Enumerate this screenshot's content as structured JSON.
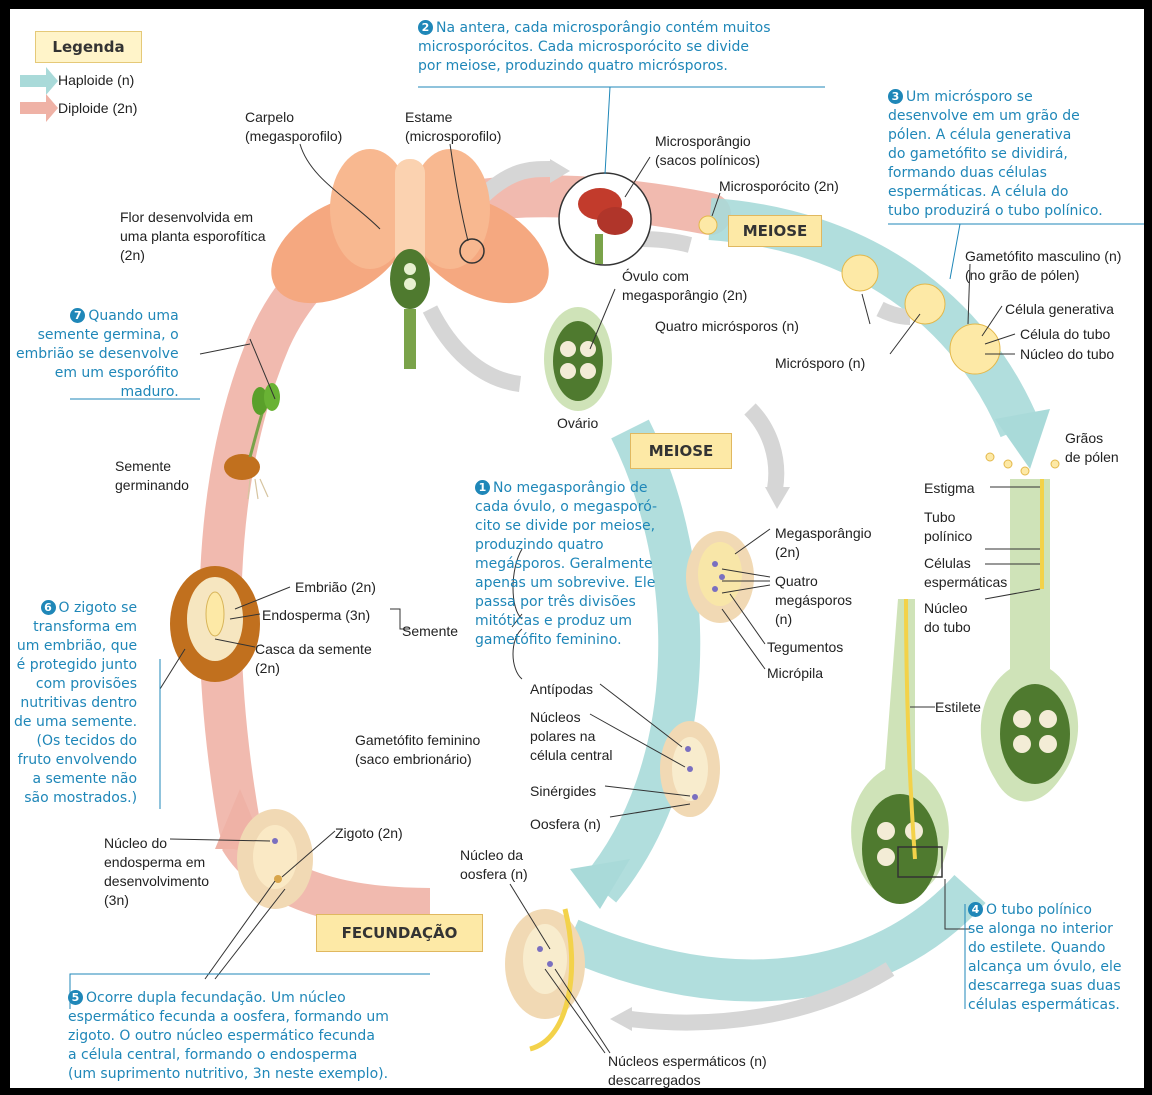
{
  "legend": {
    "title": "Legenda",
    "haploid": "Haploide (n)",
    "diploid": "Diploide (2n)",
    "haploid_color": "#a9dad9",
    "diploid_color": "#efb2a6"
  },
  "stages": {
    "meiosis_top": "MEIOSE",
    "meiosis_mid": "MEIOSE",
    "fertilization": "FECUNDAÇÃO"
  },
  "steps": {
    "s1": {
      "n": "1",
      "text": "No megasporângio de\ncada óvulo, o megasporó-\ncito se divide por meiose,\nproduzindo quatro\nmegásporos. Geralmente\napenas um sobrevive. Ele\npassa por três divisões\nmitóticas e produz um\ngametófito feminino."
    },
    "s2": {
      "n": "2",
      "text": "Na antera, cada microsporângio contém muitos\nmicrosporócitos. Cada microsporócito se divide\npor meiose, produzindo quatro micrósporos."
    },
    "s3": {
      "n": "3",
      "text": "Um micrósporo se\ndesenvolve em um grão de\npólen. A célula generativa\ndo gametófito se dividirá,\nformando duas células\nespermáticas. A célula do\ntubo produzirá o tubo polínico."
    },
    "s4": {
      "n": "4",
      "text": "O tubo polínico\nse alonga no interior\ndo estilete. Quando\nalcança um óvulo, ele\ndescarrega suas duas\ncélulas espermáticas."
    },
    "s5": {
      "n": "5",
      "text": "Ocorre dupla fecundação. Um núcleo\nespermático fecunda a oosfera, formando um\nzigoto. O outro núcleo espermático fecunda\na célula central, formando o endosperma\n(um suprimento nutritivo, 3n neste exemplo)."
    },
    "s6": {
      "n": "6",
      "text": "O zigoto se\ntransforma em\num embrião, que\né protegido junto\ncom provisões\nnutritivas dentro\nde uma semente.\n(Os tecidos do\nfruto envolvendo\na semente não\nsão mostrados.)"
    },
    "s7": {
      "n": "7",
      "text": "Quando uma\nsemente germina, o\nembrião se desenvolve\nem um esporófito\nmaduro."
    }
  },
  "labels": {
    "carpelo": "Carpelo\n(megasporofilo)",
    "estame": "Estame\n(microsporofilo)",
    "flor": "Flor desenvolvida em\numa planta esporofítica\n(2n)",
    "microsporangio": "Microsporângio\n(sacos polínicos)",
    "microsporocito": "Microsporócito (2n)",
    "ovulo": "Óvulo com\nmegasporângio (2n)",
    "quatro_microsporos": "Quatro micrósporos (n)",
    "microsporo": "Micrósporo (n)",
    "gametofito_masc": "Gametófito masculino (n)\n(no grão de pólen)",
    "celula_generativa": "Célula generativa",
    "celula_tubo": "Célula do tubo",
    "nucleo_tubo": "Núcleo do tubo",
    "ovario": "Ovário",
    "graos_polen": "Grãos\nde pólen",
    "estigma": "Estigma",
    "tubo_polinico": "Tubo\npolínico",
    "celulas_esperm": "Células\nespermáticas",
    "nucleo_do_tubo": "Núcleo\ndo tubo",
    "estilete": "Estilete",
    "megasporangio": "Megasporângio\n(2n)",
    "quatro_megasporos": "Quatro\nmegásporos\n(n)",
    "tegumentos": "Tegumentos",
    "micropila": "Micrópila",
    "semente_germinando": "Semente\ngerminando",
    "embriao": "Embrião (2n)",
    "endosperma": "Endosperma (3n)",
    "casca": "Casca da semente\n(2n)",
    "semente": "Semente",
    "antipodas": "Antípodas",
    "nucleos_polares": "Núcleos\npolares na\ncélula central",
    "gametofito_fem": "Gametófito feminino\n(saco embrionário)",
    "sinergides": "Sinérgides",
    "oosfera": "Oosfera (n)",
    "nucleo_endosperma": "Núcleo do\nendosperma em\ndesenvolvimento\n(3n)",
    "zigoto": "Zigoto (2n)",
    "nucleo_oosfera": "Núcleo da\noosfera (n)",
    "nucleos_esperm": "Núcleos espermáticos (n)\ndescarregados"
  }
}
